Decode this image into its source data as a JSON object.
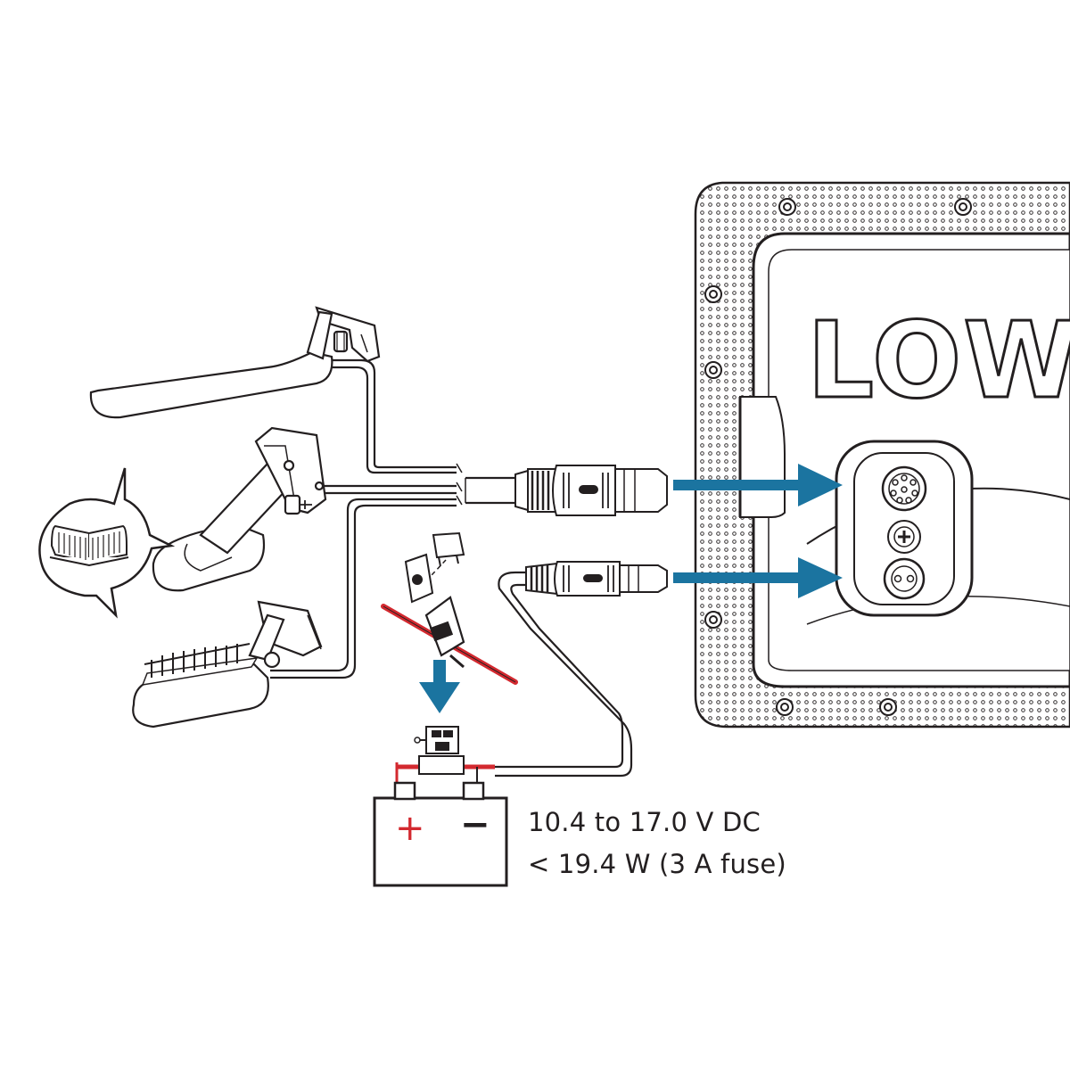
{
  "brand": {
    "logo_text": "LOW"
  },
  "power": {
    "voltage": "10.4 to 17.0 V DC",
    "power_rating": "< 19.4 W (3 A fuse)"
  },
  "battery": {
    "positive_symbol": "+",
    "negative_symbol": "−"
  },
  "colors": {
    "arrow": "#1b74a0",
    "wire_positive": "#d3292f",
    "positive_terminal_symbol": "#d3292f",
    "line": "#231f20"
  },
  "icons": [
    "manual-book-icon",
    "transducer-icon",
    "fuse-icon",
    "battery-icon",
    "connector-icon",
    "arrow-icon"
  ]
}
